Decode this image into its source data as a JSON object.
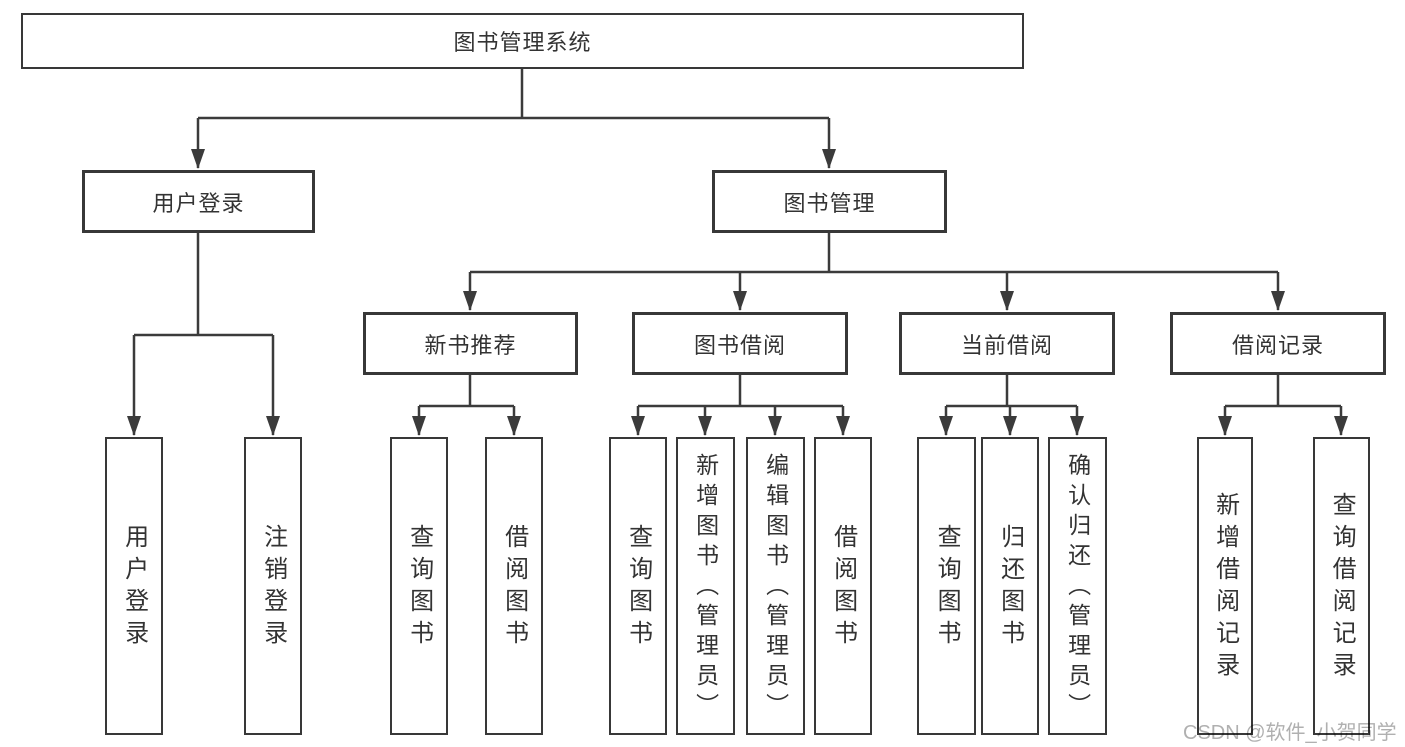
{
  "colors": {
    "line": "#3b3b3b",
    "border": "#383838",
    "text": "#333333",
    "watermark": "#b0b0b0",
    "background": "#ffffff"
  },
  "watermark": {
    "text": "CSDN @软件_小贺同学"
  },
  "tree": {
    "root": {
      "label": "图书管理系统"
    },
    "login_branch": {
      "label": "用户登录",
      "children": [
        {
          "label": "用户登录"
        },
        {
          "label": "注销登录"
        }
      ]
    },
    "manage_branch": {
      "label": "图书管理",
      "groups": [
        {
          "label": "新书推荐",
          "children": [
            {
              "label": "查询图书"
            },
            {
              "label": "借阅图书"
            }
          ]
        },
        {
          "label": "图书借阅",
          "children": [
            {
              "label": "查询图书"
            },
            {
              "label": "新增图书（管理员）"
            },
            {
              "label": "编辑图书（管理员）"
            },
            {
              "label": "借阅图书"
            }
          ]
        },
        {
          "label": "当前借阅",
          "children": [
            {
              "label": "查询图书"
            },
            {
              "label": "归还图书"
            },
            {
              "label": "确认归还（管理员）"
            }
          ]
        },
        {
          "label": "借阅记录",
          "children": [
            {
              "label": "新增借阅记录"
            },
            {
              "label": "查询借阅记录"
            }
          ]
        }
      ]
    }
  }
}
